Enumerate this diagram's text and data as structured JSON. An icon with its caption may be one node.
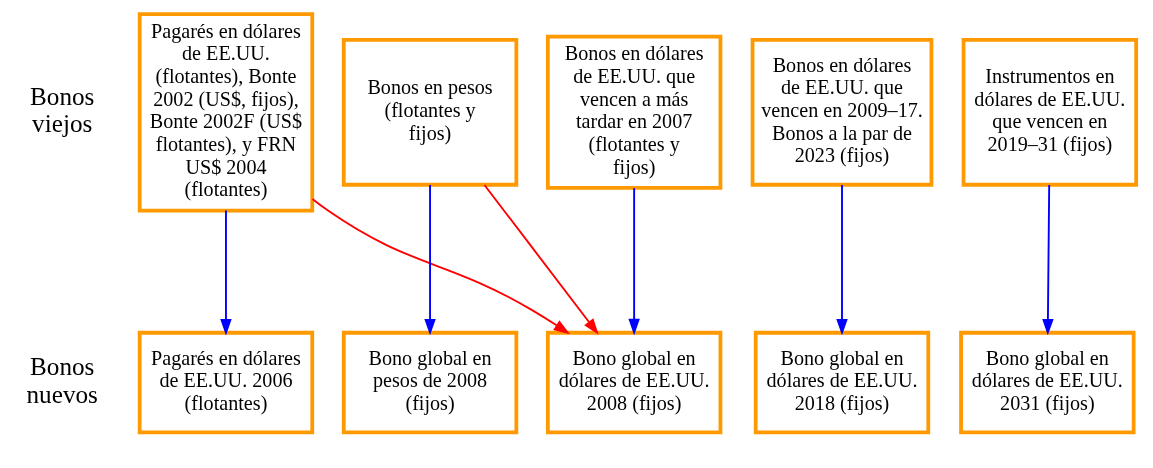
{
  "diagram": {
    "nodes": [
      {
        "text": [
          "Pagarés en dólares de EE.UU. (flotantes), Bonte 2002 (US$, fijos), Bonte 2002F (US$ flotantes), y FRN US$ 2004 (flotantes)"
        ]
      },
      {
        "text": [
          "Bonos en pesos (flotantes y fijos)"
        ]
      },
      {
        "text": [
          "Bonos en dólares de EE.UU. que vencen a más tardar en 2007 (flotantes y fijos)"
        ]
      },
      {
        "text": [
          "Bonos en dólares de EE.UU. que vencen en 2009–17. Bonos a la par de 2023 (fijos)"
        ]
      },
      {
        "text": [
          "Instrumentos en dólares de EE.UU. que vencen en 2019–31 (fijos)"
        ]
      },
      {
        "text": [
          "Pagarés en dólares de EE.UU. 2006 (flotantes)"
        ]
      },
      {
        "text": [
          "Bono global en pesos de 2008 (fijos)"
        ]
      },
      {
        "text": [
          "Bono global en dólares de EE.UU. 2008 (fijos)"
        ]
      },
      {
        "text": [
          "Bono global en dólares de EE.UU. 2018 (fijos)"
        ]
      },
      {
        "text": [
          "Bono global en dólares de EE.UU. 2031 (fijos)"
        ]
      }
    ],
    "edges": [
      {
        "from": 0,
        "to": 5,
        "arrow": "to"
      },
      {
        "from": 1,
        "to": 6,
        "arrow": "to"
      },
      {
        "from": 2,
        "to": 7,
        "arrow": "to"
      },
      {
        "from": 3,
        "to": 8,
        "arrow": "to"
      },
      {
        "from": 4,
        "to": 9,
        "arrow": "to"
      },
      {
        "from": 0,
        "to": 7,
        "arrow": "to",
        "color": "#ff0000"
      },
      {
        "from": 1,
        "to": 7,
        "arrow": "to",
        "color": "#ff0000"
      }
    ],
    "labels": [
      "Bonos viejos",
      "Bonos nuevos"
    ]
  }
}
